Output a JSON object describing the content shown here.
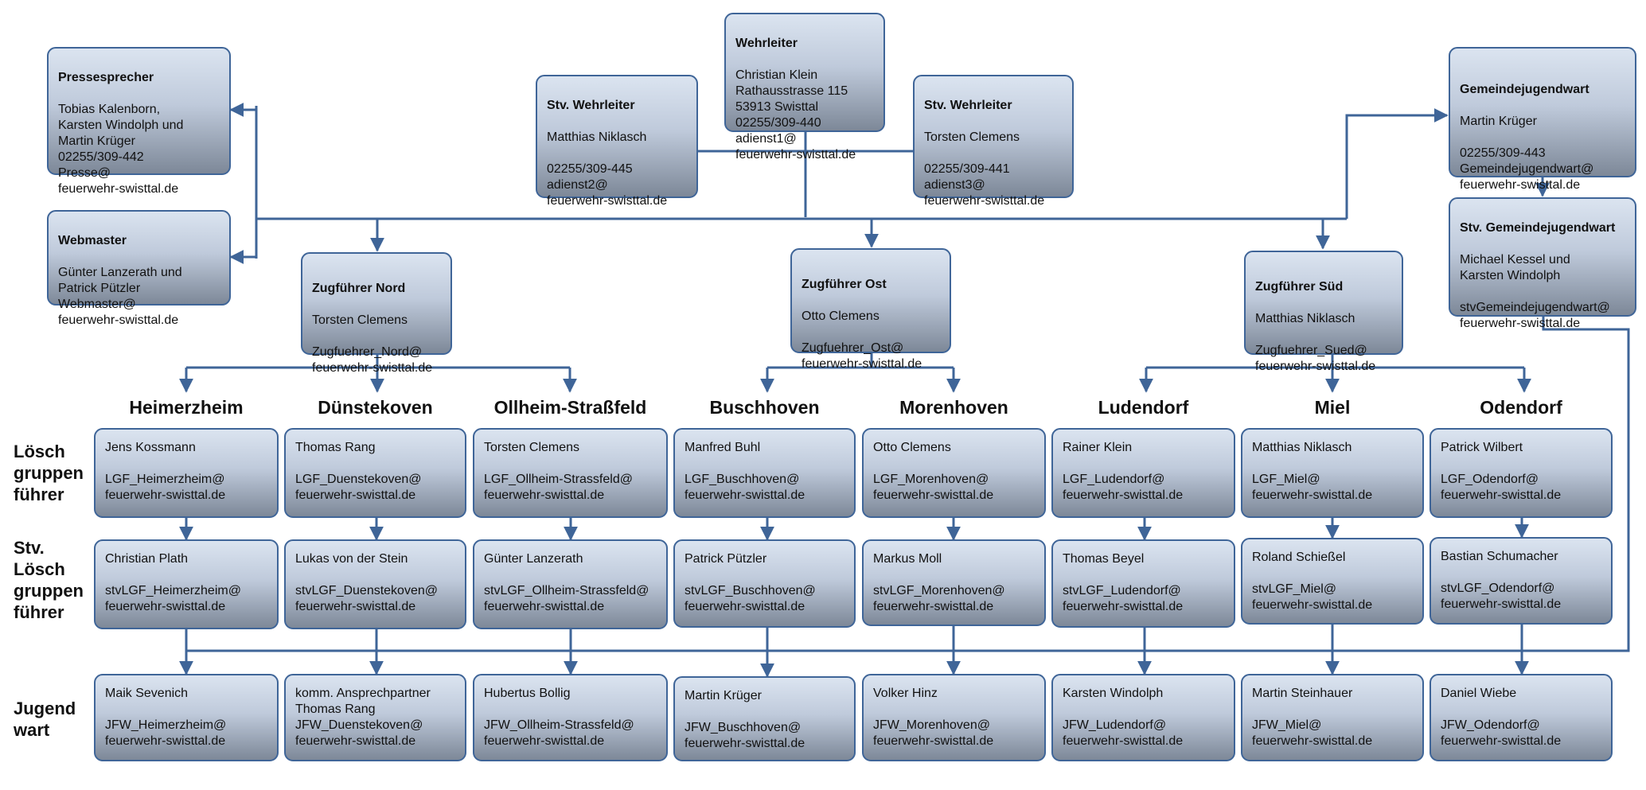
{
  "leadership": {
    "wehrleiter": {
      "title": "Wehrleiter",
      "body": "Christian Klein\nRathausstrasse 115\n53913 Swisttal\n02255/309-440\nadienst1@\nfeuerwehr-swisttal.de"
    },
    "stv_left": {
      "title": "Stv. Wehrleiter",
      "body": "Matthias Niklasch\n\n02255/309-445\nadienst2@\nfeuerwehr-swisttal.de"
    },
    "stv_right": {
      "title": "Stv. Wehrleiter",
      "body": "Torsten Clemens\n\n02255/309-441\nadienst3@\nfeuerwehr-swisttal.de"
    },
    "pressesprecher": {
      "title": "Pressesprecher",
      "body": "Tobias Kalenborn,\nKarsten Windolph und\nMartin Krüger\n02255/309-442\nPresse@\nfeuerwehr-swisttal.de"
    },
    "webmaster": {
      "title": "Webmaster",
      "body": "Günter Lanzerath und\nPatrick Pützler\nWebmaster@\nfeuerwehr-swisttal.de"
    },
    "gemeindejugendwart": {
      "title": "Gemeindejugendwart",
      "body": "Martin Krüger\n\n02255/309-443\nGemeindejugendwart@\nfeuerwehr-swisttal.de"
    },
    "stv_gemeindejugendwart": {
      "title": "Stv. Gemeindejugendwart",
      "body": "Michael Kessel und\nKarsten Windolph\n\nstvGemeindejugendwart@\nfeuerwehr-swisttal.de"
    }
  },
  "zugfuehrer": [
    {
      "title": "Zugführer Nord",
      "body": "Torsten Clemens\n\nZugfuehrer_Nord@\nfeuerwehr-swisttal.de"
    },
    {
      "title": "Zugführer Ost",
      "body": "Otto Clemens\n\nZugfuehrer_Ost@\nfeuerwehr-swisttal.de"
    },
    {
      "title": "Zugführer Süd",
      "body": "Matthias Niklasch\n\nZugfuehrer_Sued@\nfeuerwehr-swisttal.de"
    }
  ],
  "row_labels": {
    "lgf": "Lösch\ngruppen\nführer",
    "stvlgf": "Stv.\nLösch\ngruppen\nführer",
    "jfw": "Jugend\n wart"
  },
  "units": [
    {
      "name": "Heimerzheim",
      "lgf": "Jens Kossmann\n\nLGF_Heimerzheim@\nfeuerwehr-swisttal.de",
      "stvlgf": "Christian Plath\n\nstvLGF_Heimerzheim@\nfeuerwehr-swisttal.de",
      "jfw": "Maik Sevenich\n\nJFW_Heimerzheim@\nfeuerwehr-swisttal.de"
    },
    {
      "name": "Dünstekoven",
      "lgf": "Thomas Rang\n\nLGF_Duenstekoven@\nfeuerwehr-swisttal.de",
      "stvlgf": "Lukas von der Stein\n\nstvLGF_Duenstekoven@\nfeuerwehr-swisttal.de",
      "jfw": "komm. Ansprechpartner\nThomas Rang\nJFW_Duenstekoven@\nfeuerwehr-swisttal.de"
    },
    {
      "name": "Ollheim-Straßfeld",
      "lgf": "Torsten Clemens\n\nLGF_Ollheim-Strassfeld@\nfeuerwehr-swisttal.de",
      "stvlgf": "Günter Lanzerath\n\nstvLGF_Ollheim-Strassfeld@\nfeuerwehr-swisttal.de",
      "jfw": "Hubertus Bollig\n\nJFW_Ollheim-Strassfeld@\nfeuerwehr-swisttal.de"
    },
    {
      "name": "Buschhoven",
      "lgf": "Manfred Buhl\n\nLGF_Buschhoven@\nfeuerwehr-swisttal.de",
      "stvlgf": "Patrick Pützler\n\nstvLGF_Buschhoven@\nfeuerwehr-swisttal.de",
      "jfw": "Martin Krüger\n\nJFW_Buschhoven@\nfeuerwehr-swisttal.de"
    },
    {
      "name": "Morenhoven",
      "lgf": "Otto Clemens\n\nLGF_Morenhoven@\nfeuerwehr-swisttal.de",
      "stvlgf": "Markus Moll\n\nstvLGF_Morenhoven@\nfeuerwehr-swisttal.de",
      "jfw": "Volker Hinz\n\nJFW_Morenhoven@\nfeuerwehr-swisttal.de"
    },
    {
      "name": "Ludendorf",
      "lgf": "Rainer Klein\n\nLGF_Ludendorf@\nfeuerwehr-swisttal.de",
      "stvlgf": "Thomas Beyel\n\nstvLGF_Ludendorf@\nfeuerwehr-swisttal.de",
      "jfw": "Karsten Windolph\n\nJFW_Ludendorf@\nfeuerwehr-swisttal.de"
    },
    {
      "name": "Miel",
      "lgf": "Matthias Niklasch\n\nLGF_Miel@\nfeuerwehr-swisttal.de",
      "stvlgf": "Roland Schießel\n\nstvLGF_Miel@\nfeuerwehr-swisttal.de",
      "jfw": "Martin Steinhauer\n\nJFW_Miel@\nfeuerwehr-swisttal.de"
    },
    {
      "name": "Odendorf",
      "lgf": "Patrick Wilbert\n\nLGF_Odendorf@\nfeuerwehr-swisttal.de",
      "stvlgf": "Bastian Schumacher\n\nstvLGF_Odendorf@\nfeuerwehr-swisttal.de",
      "jfw": "Daniel Wiebe\n\nJFW_Odendorf@\nfeuerwehr-swisttal.de"
    }
  ]
}
